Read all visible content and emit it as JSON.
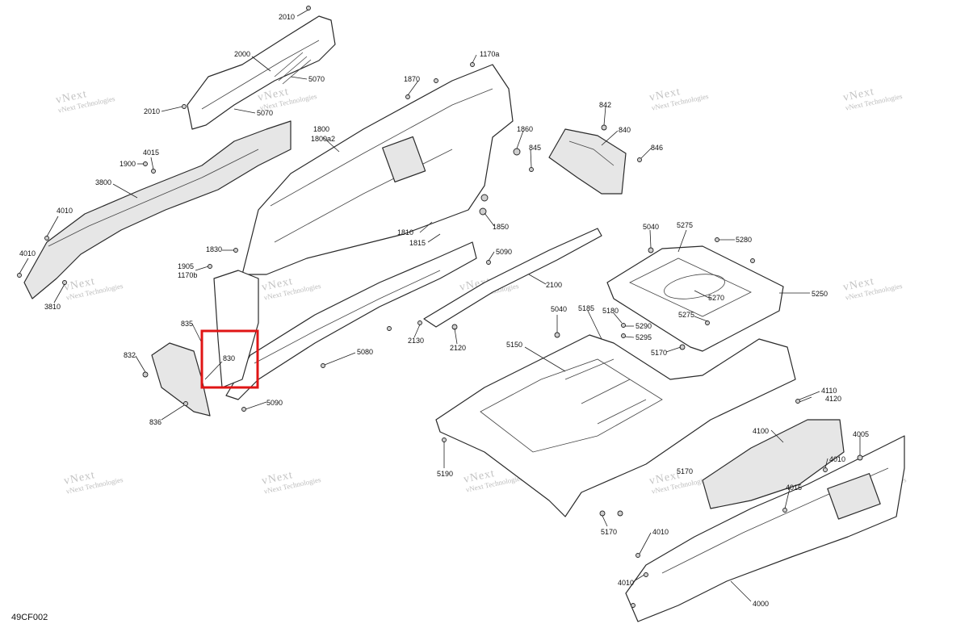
{
  "diagram_code": "49CF002",
  "watermark": {
    "line1": "vNext",
    "line2": "Technologies",
    "line3": "vNext Technologies"
  },
  "highlight_label": "830",
  "callouts": [
    "2010",
    "2000",
    "5070",
    "5070",
    "2010",
    "1900",
    "4015",
    "3800",
    "4010",
    "4010",
    "3810",
    "1170a",
    "1870",
    "1800",
    "1800a2",
    "1860",
    "845",
    "842",
    "840",
    "846",
    "1830",
    "1905",
    "1170b",
    "1810",
    "1815",
    "1850",
    "5090",
    "2100",
    "835",
    "832",
    "836",
    "5090",
    "5080",
    "2130",
    "2120",
    "5040",
    "5275",
    "5280",
    "5250",
    "5270",
    "5275",
    "5040",
    "5185",
    "5180",
    "5290",
    "5295",
    "5170",
    "5150",
    "4110",
    "4120",
    "4100",
    "4005",
    "4010",
    "4015",
    "5190",
    "5170",
    "5170",
    "4010",
    "4010",
    "4000"
  ]
}
